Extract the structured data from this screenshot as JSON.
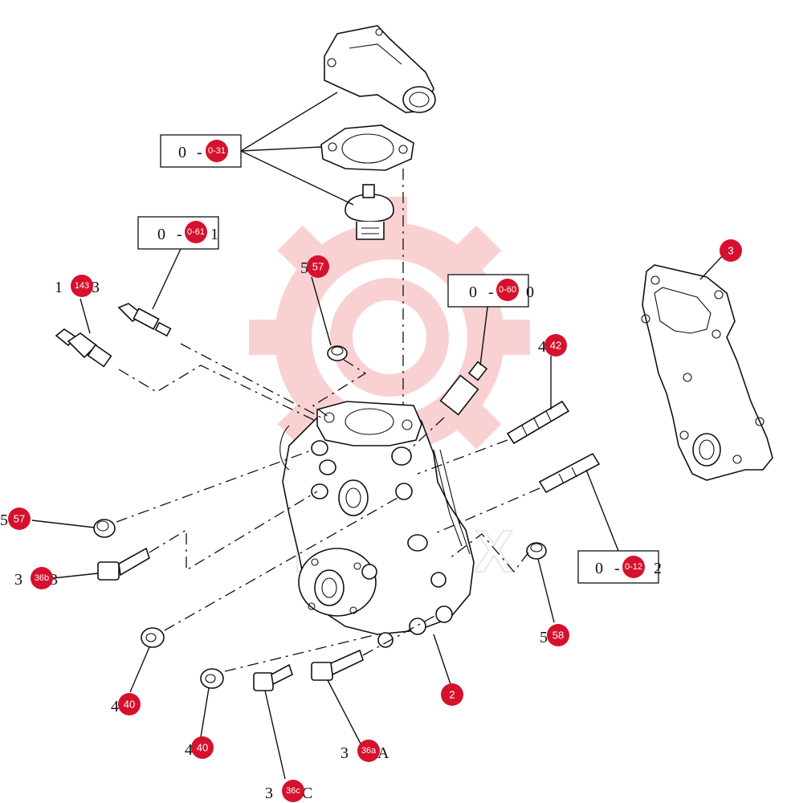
{
  "watermark": {
    "text": "KUTEX",
    "color": "#e8313a"
  },
  "callouts": [
    {
      "id": "c-0-31",
      "ref_text": "0",
      "badge": "0-31",
      "suffix": ""
    },
    {
      "id": "c-0-61",
      "ref_text": "0",
      "badge": "0-61",
      "suffix": "1"
    },
    {
      "id": "c-0-60",
      "ref_text": "0",
      "badge": "0-60",
      "suffix": "0"
    },
    {
      "id": "c-0-12",
      "ref_text": "0",
      "badge": "0-12",
      "suffix": "2"
    }
  ],
  "markers": [
    {
      "id": "m-3",
      "prefix": "",
      "badge": "3",
      "suffix": ""
    },
    {
      "id": "m-143",
      "prefix": "1",
      "badge": "143",
      "suffix": "3"
    },
    {
      "id": "m-57-top",
      "prefix": "5",
      "badge": "57",
      "suffix": ""
    },
    {
      "id": "m-42",
      "prefix": "4",
      "badge": "42",
      "suffix": ""
    },
    {
      "id": "m-57-left",
      "prefix": "5",
      "badge": "57",
      "suffix": ""
    },
    {
      "id": "m-36b",
      "prefix": "3",
      "badge": "36b",
      "suffix": "3"
    },
    {
      "id": "m-58",
      "prefix": "5",
      "badge": "58",
      "suffix": ""
    },
    {
      "id": "m-2",
      "prefix": "",
      "badge": "2",
      "suffix": ""
    },
    {
      "id": "m-40-a",
      "prefix": "4",
      "badge": "40",
      "suffix": ""
    },
    {
      "id": "m-40-b",
      "prefix": "4",
      "badge": "40",
      "suffix": ""
    },
    {
      "id": "m-36a",
      "prefix": "3",
      "badge": "36a",
      "suffix": "A"
    },
    {
      "id": "m-36c",
      "prefix": "3",
      "badge": "36c",
      "suffix": "C"
    }
  ],
  "colors": {
    "badge": "#d5112e",
    "line": "#111111",
    "background": "#ffffff"
  }
}
